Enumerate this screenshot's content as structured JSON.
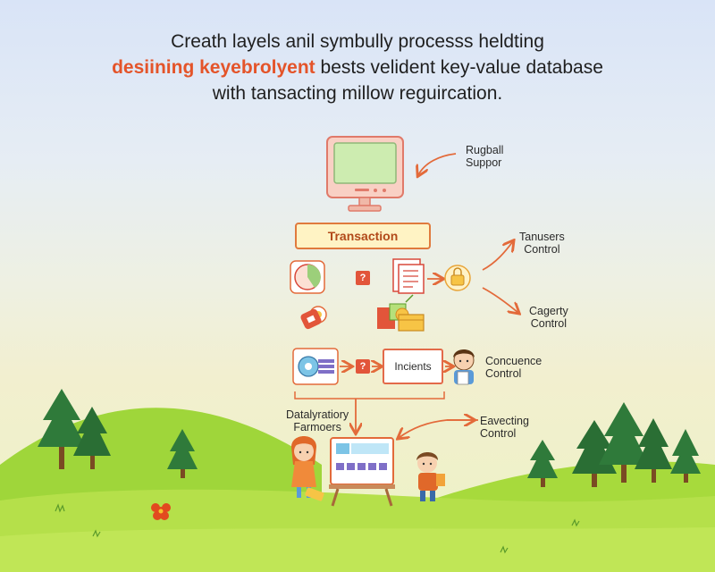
{
  "title": {
    "line1": "Creath layels anil symbully processs heldting",
    "line2_highlight": "desiining keyebrolyent",
    "line2_rest": " bests velident key-value database",
    "line3": "with tansacting millow reguircation."
  },
  "diagram": {
    "transaction_label": "Transaction",
    "incidents_label": "Incients",
    "question_mark": "?",
    "labels": {
      "rugball_1": "Rugball",
      "rugball_2": "Suppor",
      "tanusers_1": "Tanusers",
      "tanusers_2": "Control",
      "cagerty_1": "Cagerty",
      "cagerty_2": "Control",
      "concuence_1": "Concuence",
      "concuence_2": "Control",
      "datalyratory_1": "Datalyratiory",
      "datalyratory_2": "Farmoers",
      "eavecting_1": "Eavecting",
      "eavecting_2": "Control"
    }
  },
  "colors": {
    "accent": "#e4542a",
    "arrow": "#e36a3a",
    "hill": "#8ccf2e",
    "tree": "#2f7a3a"
  }
}
